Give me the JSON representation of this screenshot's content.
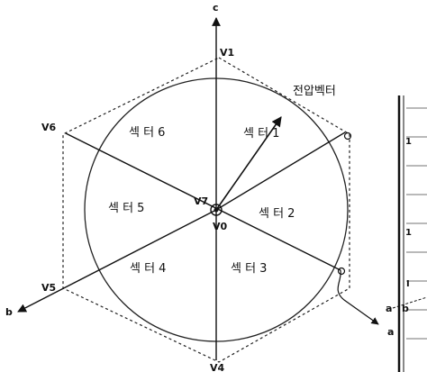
{
  "diagram": {
    "axis_labels": {
      "c": "c",
      "a": "a",
      "b": "b"
    },
    "vertex_labels": {
      "v1": "V1",
      "v6": "V6",
      "v5": "V5",
      "v4": "V4",
      "v7": "V7",
      "v0": "V0"
    },
    "corner_text": "전압벡터",
    "sectors": [
      "섹 터 1",
      "섹 터 2",
      "섹 터 3",
      "섹 터 4",
      "섹 터 5",
      "섹 터 6"
    ],
    "side_markers": [
      "1",
      "1",
      "I"
    ]
  }
}
